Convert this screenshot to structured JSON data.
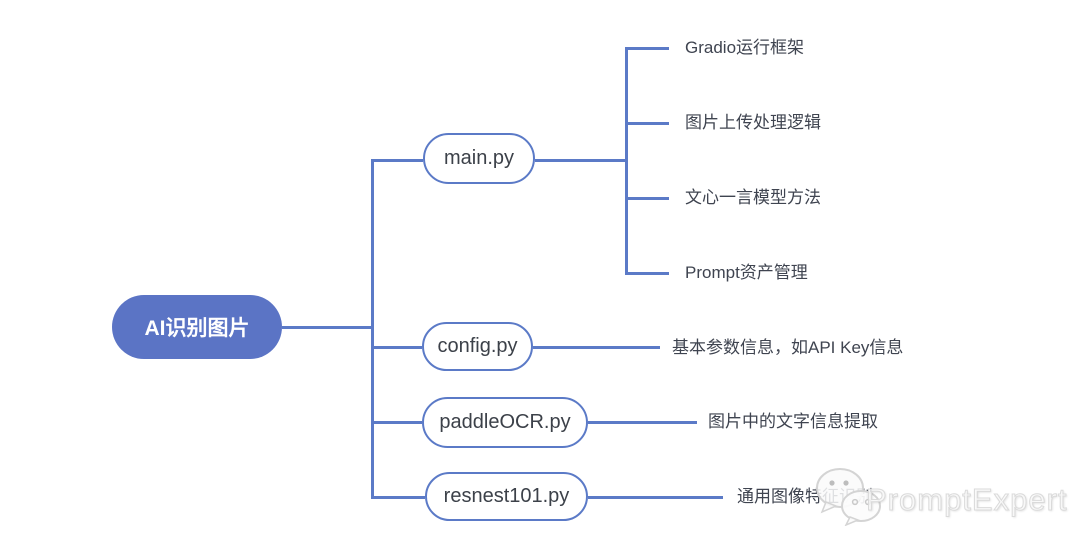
{
  "colors": {
    "accent": "#5b74c5",
    "line": "#5b7ac7",
    "node_text": "#3c4149",
    "leaf_text": "#3f4450",
    "watermark": "#dadada"
  },
  "mindmap": {
    "root": {
      "label": "AI识别图片"
    },
    "nodes": [
      {
        "label": "main.py",
        "children": [
          "Gradio运行框架",
          "图片上传处理逻辑",
          "文心一言模型方法",
          "Prompt资产管理"
        ]
      },
      {
        "label": "config.py",
        "children": [
          "基本参数信息，如API Key信息"
        ]
      },
      {
        "label": "paddleOCR.py",
        "children": [
          "图片中的文字信息提取"
        ]
      },
      {
        "label": "resnest101.py",
        "children": [
          "通用图像特征识别"
        ]
      }
    ]
  },
  "watermark": {
    "text": "PromptExpert",
    "icon": "wechat-icon"
  }
}
